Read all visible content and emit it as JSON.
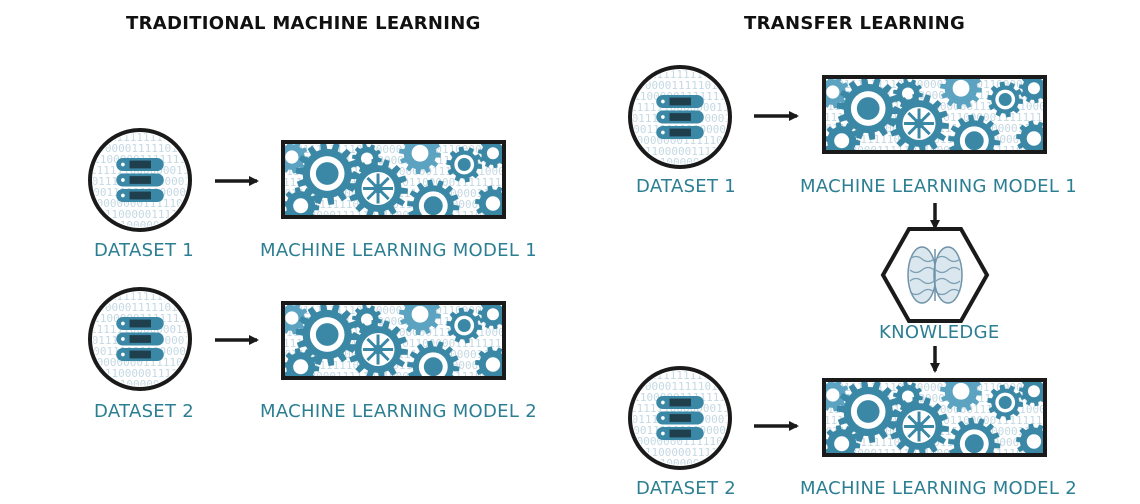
{
  "colors": {
    "accent": "#2c7f93",
    "gear": "#3b88a6",
    "gear_light": "#5ba3c0",
    "outline": "#1a1a1a",
    "binary_text": "#c5d9e3",
    "title": "#111111"
  },
  "left_panel": {
    "title": "TRADITIONAL MACHINE LEARNING",
    "rows": [
      {
        "dataset_label": "DATASET 1",
        "model_label": "MACHINE LEARNING MODEL 1"
      },
      {
        "dataset_label": "DATASET 2",
        "model_label": "MACHINE LEARNING MODEL 2"
      }
    ]
  },
  "right_panel": {
    "title": "TRANSFER LEARNING",
    "rows": [
      {
        "dataset_label": "DATASET 1",
        "model_label": "MACHINE LEARNING MODEL 1"
      },
      {
        "dataset_label": "DATASET 2",
        "model_label": "MACHINE LEARNING MODEL 2"
      }
    ],
    "knowledge_label": "KNOWLEDGE"
  },
  "icons": {
    "dataset": "database-server-icon",
    "model": "gears-icon",
    "knowledge": "brain-icon",
    "arrow": "arrow-icon"
  }
}
